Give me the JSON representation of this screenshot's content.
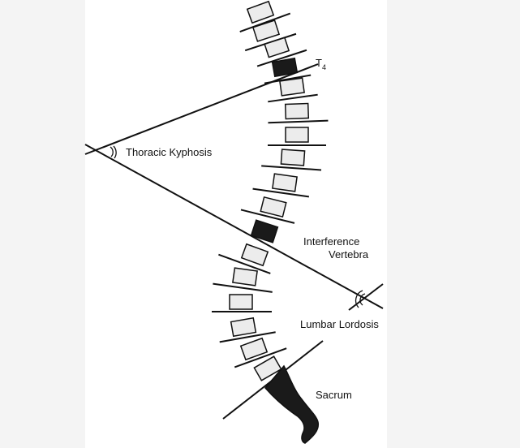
{
  "labels": {
    "t4_main": "T",
    "t4_sub": "4",
    "thoracic_kyphosis": "Thoracic Kyphosis",
    "interference_line1": "Interference",
    "interference_line2": "Vertebra",
    "lumbar_lordosis": "Lumbar Lordosis",
    "sacrum": "Sacrum"
  },
  "colors": {
    "vertebra_fill": "#ececec",
    "highlighted_vertebra_fill": "#1a1a1a",
    "stroke": "#111111",
    "panel_background": "#ffffff",
    "page_background": "#f4f4f4"
  }
}
